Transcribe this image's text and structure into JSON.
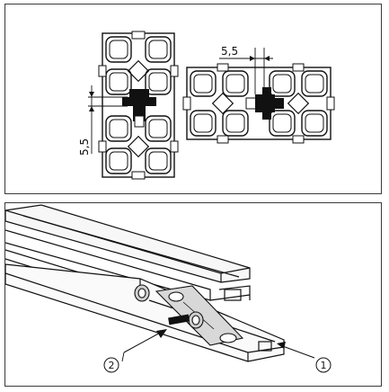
{
  "top_view": {
    "dimension_vertical": "5,5",
    "dimension_horizontal": "5,5"
  },
  "bottom_view": {
    "callouts": [
      {
        "label": "1"
      },
      {
        "label": "2"
      }
    ]
  }
}
